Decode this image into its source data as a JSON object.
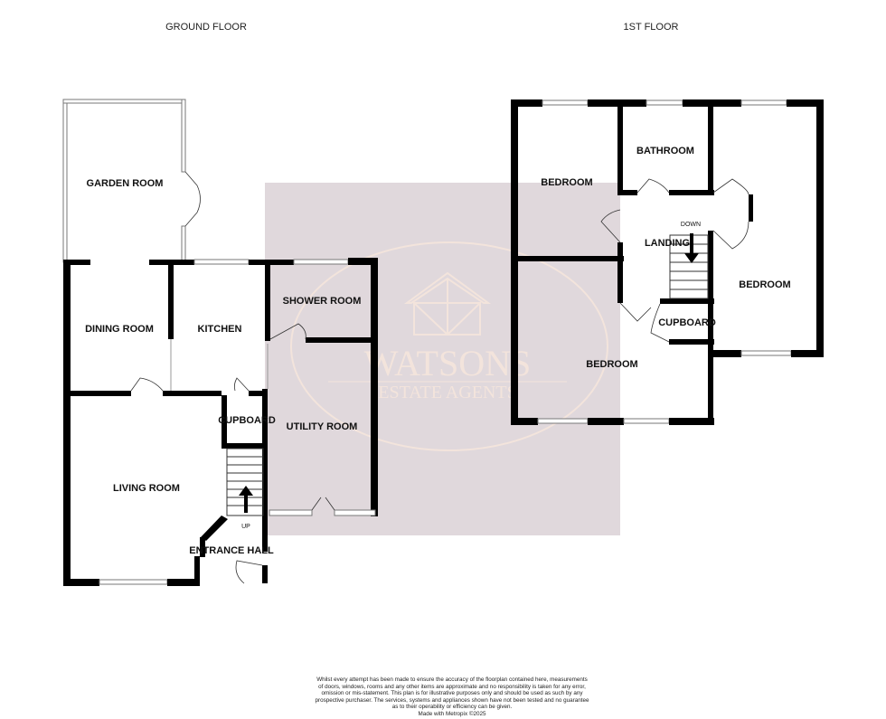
{
  "floors": [
    {
      "title": "GROUND FLOOR",
      "rooms": [
        "GARDEN ROOM",
        "DINING ROOM",
        "KITCHEN",
        "SHOWER ROOM",
        "UTILITY ROOM",
        "CUPBOARD",
        "LIVING ROOM",
        "ENTRANCE HALL"
      ],
      "stair_label": "UP"
    },
    {
      "title": "1ST FLOOR",
      "rooms": [
        "BEDROOM",
        "BATHROOM",
        "BEDROOM",
        "LANDING",
        "CUPBOARD",
        "BEDROOM"
      ],
      "stair_label": "DOWN"
    }
  ],
  "watermark": {
    "name": "WATSONS",
    "tagline": "ESTATE AGENTS",
    "color": "#f3e4dc",
    "background": "#e0d8dc"
  },
  "disclaimer": [
    "Whilst every attempt has been made to ensure the accuracy of the floorplan contained here, measurements",
    "of doors, windows, rooms and any other items are approximate and no responsibility is taken for any error,",
    "omission or mis-statement. This plan is for illustrative purposes only and should be used as such by any",
    "prospective purchaser. The services, systems and appliances shown have not been tested and no guarantee",
    "as to their operability or efficiency can be given."
  ],
  "credit": "Made with Metropix ©2025"
}
